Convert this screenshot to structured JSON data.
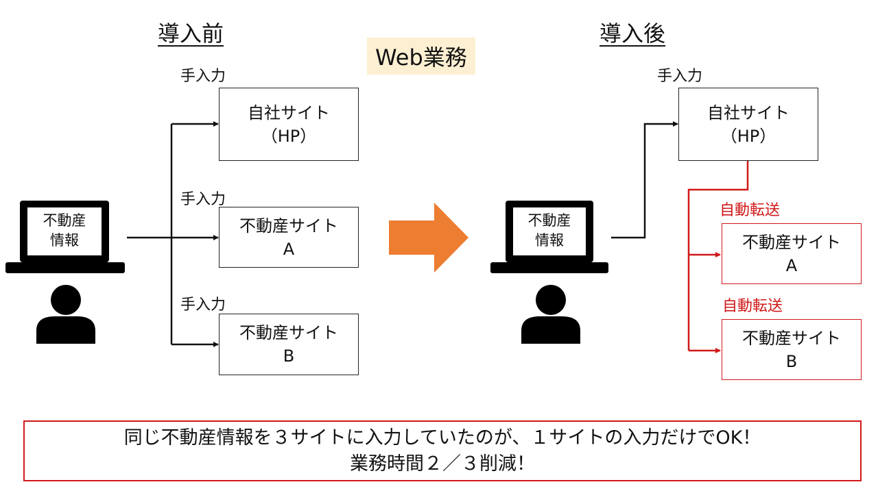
{
  "before": {
    "heading": "導入前",
    "device_label": [
      "不動産",
      "情報"
    ],
    "manual_label": "手入力",
    "targets": [
      {
        "line1": "自社サイト",
        "line2": "（HP）"
      },
      {
        "line1": "不動産サイト",
        "line2": "A"
      },
      {
        "line1": "不動産サイト",
        "line2": "B"
      }
    ]
  },
  "center": {
    "badge": "Web業務",
    "arrow_icon": "right-arrow",
    "arrow_color": "#ed7d31"
  },
  "after": {
    "heading": "導入後",
    "device_label": [
      "不動産",
      "情報"
    ],
    "manual_label": "手入力",
    "auto_label": "自動転送",
    "own_site": {
      "line1": "自社サイト",
      "line2": "（HP）"
    },
    "targets": [
      {
        "line1": "不動産サイト",
        "line2": "A"
      },
      {
        "line1": "不動産サイト",
        "line2": "B"
      }
    ]
  },
  "summary": {
    "line1": "同じ不動産情報を３サイトに入力していたのが、１サイトの入力だけでOK！",
    "line2": "業務時間２／３削減！"
  },
  "colors": {
    "accent_red": "#d01818",
    "black": "#111111",
    "badge_bg": "#fdf0d2"
  }
}
